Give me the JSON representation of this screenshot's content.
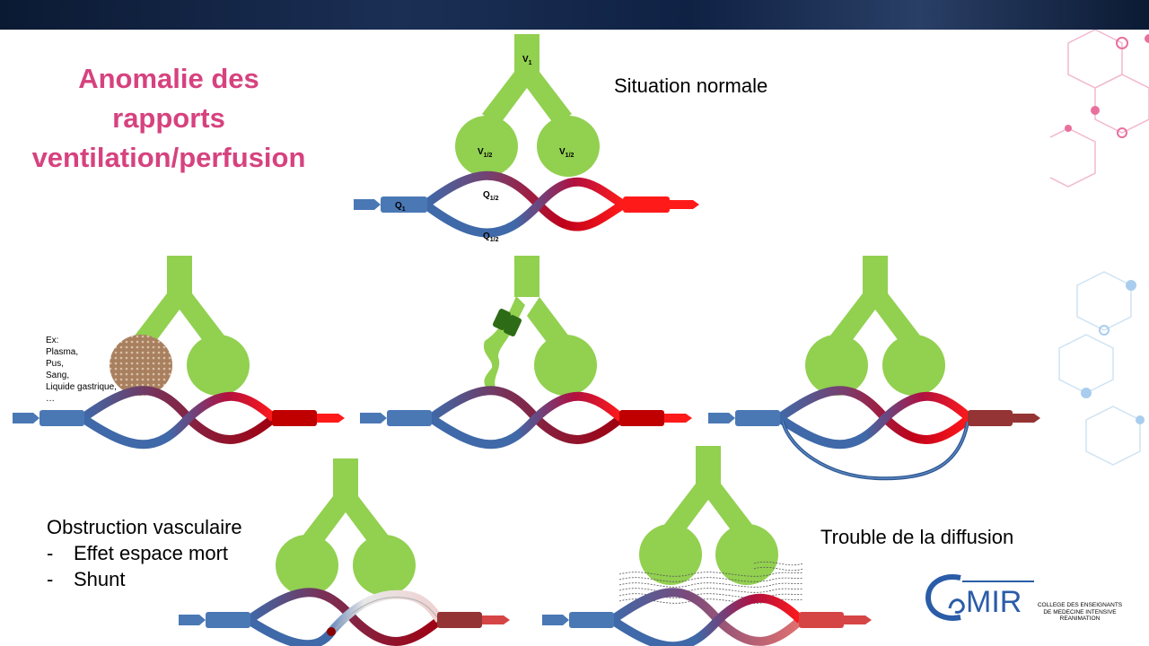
{
  "slide": {
    "title": "Anomalie des rapports ventilation/perfusion",
    "title_color": "#d6427f",
    "labels": {
      "normal": "Situation normale",
      "diffusion": "Trouble de la diffusion"
    },
    "obstruction": {
      "heading": "Obstruction vasculaire",
      "items": [
        "Effet espace mort",
        "Shunt"
      ],
      "bullet": "-"
    },
    "examples": [
      "Ex:",
      "Plasma,",
      "Pus,",
      "Sang,",
      "Liquide gastrique,",
      "…"
    ],
    "normal_diagram": {
      "v_total": "V",
      "v_total_sub": "1",
      "v_half": "V",
      "v_half_sub": "1/2",
      "q_total": "Q",
      "q_total_sub": "1",
      "q_half": "Q",
      "q_half_sub": "1/2"
    },
    "colors": {
      "lung_green": "#92d050",
      "blue_vessel": "#4a78b5",
      "red_vessel": "#ff1a1a",
      "dark_red": "#c00000"
    },
    "logo": {
      "name": "MIR",
      "subtitle": [
        "COLLEGE DES ENSEIGNANTS",
        "DE MEDECINE INTENSIVE",
        "REANIMATION"
      ]
    }
  }
}
